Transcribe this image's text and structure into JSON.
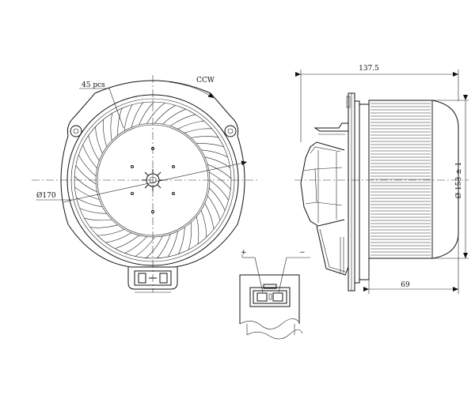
{
  "annotations": {
    "blade_count": "45 pcs",
    "rotation": "CCW",
    "outer_diameter": "Ø170",
    "total_length": "137.5",
    "housing_diameter": "Ø 153 ± 1",
    "wheel_depth": "69",
    "plus_terminal": "+",
    "minus_terminal": "−"
  },
  "colors": {
    "line": "#111111",
    "background": "#ffffff"
  }
}
